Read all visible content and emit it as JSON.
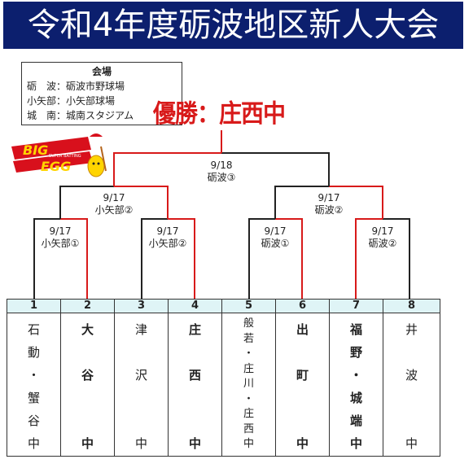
{
  "title": "令和4年度砺波地区新人大会",
  "venues": {
    "heading": "会場",
    "rows": [
      "砺　波：砺波市野球場",
      "小矢部：小矢部球場",
      "城　南：城南スタジアム"
    ]
  },
  "winner_text": "優勝：庄西中",
  "logo": {
    "line1": "BIG",
    "line2": "SUPER BATTING",
    "line3": "EGG"
  },
  "rounds": {
    "final": {
      "date": "9/18",
      "venue": "砺波③"
    },
    "semi_left": {
      "date": "9/17",
      "venue": "小矢部②"
    },
    "semi_right": {
      "date": "9/17",
      "venue": "砺波②"
    },
    "qf1": {
      "date": "9/17",
      "venue": "小矢部①"
    },
    "qf2": {
      "date": "9/17",
      "venue": "小矢部②"
    },
    "qf3": {
      "date": "9/17",
      "venue": "砺波①"
    },
    "qf4": {
      "date": "9/17",
      "venue": "砺波②"
    }
  },
  "teams": [
    {
      "num": "1",
      "name": "石\n動\n・\n蟹\n谷\n中",
      "bold": false
    },
    {
      "num": "2",
      "name": "大\n\n谷\n\n\n中",
      "bold": true
    },
    {
      "num": "3",
      "name": "津\n\n沢\n\n\n中",
      "bold": false
    },
    {
      "num": "4",
      "name": "庄\n\n西\n\n\n中",
      "bold": true
    },
    {
      "num": "5",
      "name": "般\n若\n・\n庄\n川\n・\n庄\n西\n中",
      "bold": false
    },
    {
      "num": "6",
      "name": "出\n\n町\n\n\n中",
      "bold": true
    },
    {
      "num": "7",
      "name": "福\n野\n・\n城\n端\n中",
      "bold": true
    },
    {
      "num": "8",
      "name": "井\n\n波\n\n\n中",
      "bold": false
    }
  ],
  "colors": {
    "title_bg": "#0c1f6e",
    "winner_line": "#d81a1a",
    "loser_line": "#222222",
    "header_bg": "#dff4f6"
  }
}
